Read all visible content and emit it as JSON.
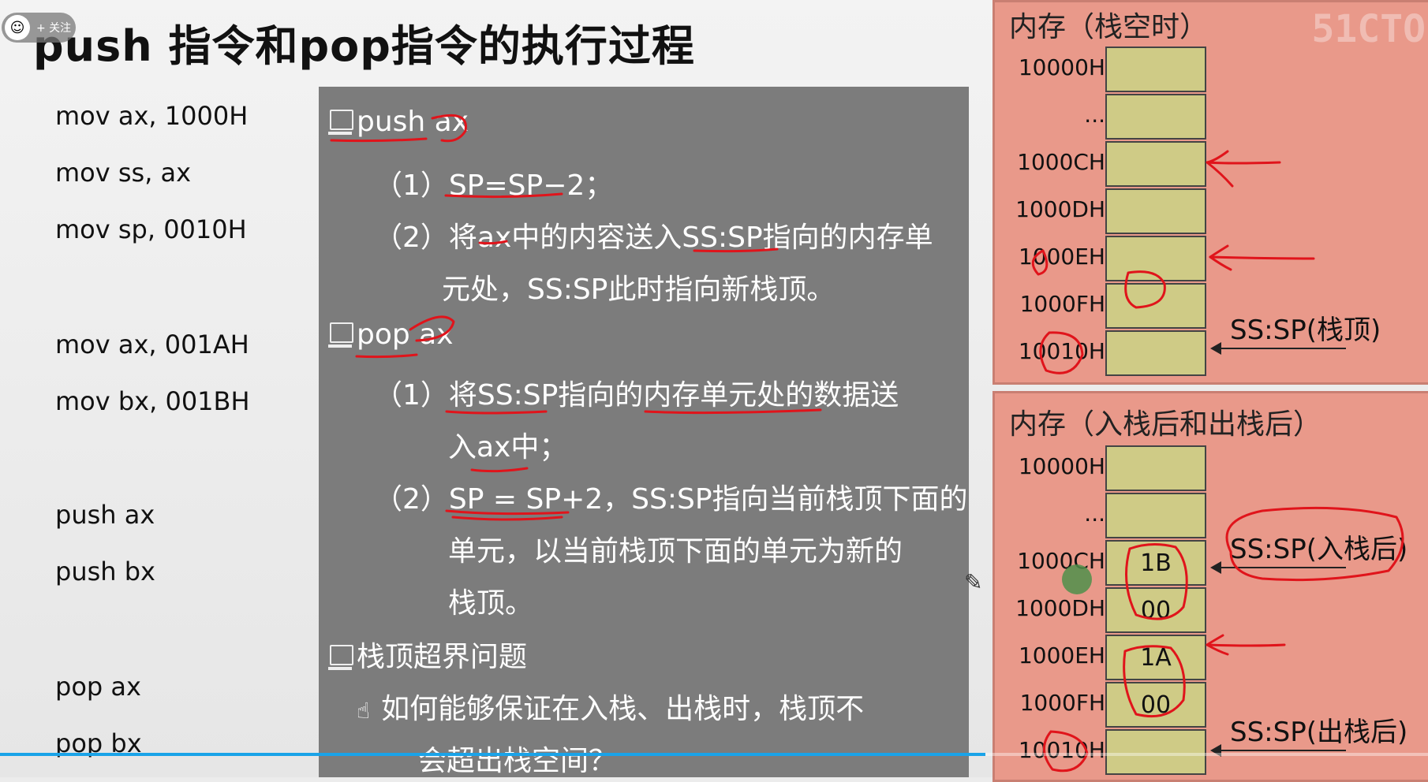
{
  "follow_badge": {
    "label": "+ 关注"
  },
  "title": "push 指令和pop指令的执行过程",
  "code_lines": [
    "mov ax, 1000H",
    "mov ss, ax",
    "mov sp, 0010H",
    "mov ax, 001AH",
    "mov bx, 001BH",
    "push ax",
    "push bx",
    "pop ax",
    "pop bx"
  ],
  "panel": {
    "push_header": "push ax",
    "push_step1": "（1）SP=SP−2；",
    "push_step2_a": "（2）将ax中的内容送入SS:SP指向的内存单",
    "push_step2_b": "元处，SS:SP此时指向新栈顶。",
    "pop_header": "pop ax",
    "pop_step1_a": "（1）将SS:SP指向的内存单元处的数据送",
    "pop_step1_b": "入ax中；",
    "pop_step2_a": "（2）SP = SP+2，SS:SP指向当前栈顶下面的",
    "pop_step2_b": "单元，以当前栈顶下面的单元为新的",
    "pop_step2_c": "栈顶。",
    "overflow_header": "栈顶超界问题",
    "overflow_q_a": "如何能够保证在入栈、出栈时，栈顶不",
    "overflow_q_b": "会超出栈空间？"
  },
  "memory_empty": {
    "title": "内存（栈空时）",
    "addresses": [
      "10000H",
      "...",
      "1000CH",
      "1000DH",
      "1000EH",
      "1000FH",
      "10010H"
    ],
    "cells": [
      "",
      "",
      "",
      "",
      "",
      "",
      ""
    ],
    "pointer_label": "SS:SP(栈顶)"
  },
  "memory_after": {
    "title": "内存（入栈后和出栈后）",
    "addresses": [
      "10000H",
      "...",
      "1000CH",
      "1000DH",
      "1000EH",
      "1000FH",
      "10010H"
    ],
    "cells": [
      "",
      "",
      "1B",
      "00",
      "1A",
      "00",
      ""
    ],
    "push_label": "SS:SP(入栈后)",
    "pop_label": "SS:SP(出栈后)"
  },
  "watermark": "51CTO",
  "video": {
    "progress": 0.69
  },
  "colors": {
    "panel_bg": "#7c7c7c",
    "memory_bg": "#e9998a",
    "cell_bg": "#cfcb86",
    "annotation": "#e0141b",
    "progress": "#1aa3e8"
  },
  "icons": [
    "computer-icon",
    "hand-pointer-icon",
    "pencil-icon"
  ]
}
